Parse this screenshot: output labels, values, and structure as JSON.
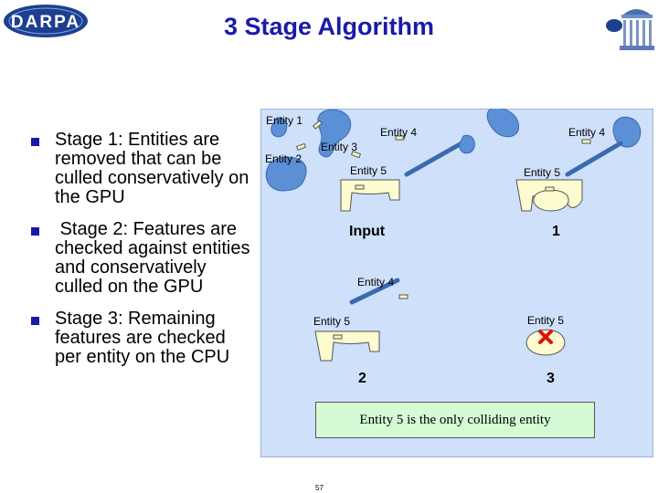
{
  "header": {
    "title": "3 Stage Algorithm",
    "logo_text": "DARPA"
  },
  "bullets": [
    {
      "text": "Stage 1: Entities are removed that can be culled conservatively on the GPU"
    },
    {
      "text": " Stage 2: Features are checked against entities and conservatively culled on the GPU"
    },
    {
      "text": "Stage 3: Remaining features are checked per entity on the CPU"
    }
  ],
  "diagram": {
    "labels": {
      "entity1": "Entity 1",
      "entity2": "Entity 2",
      "entity3": "Entity 3",
      "entity4_a": "Entity 4",
      "entity4_b": "Entity 4",
      "entity4_c": "Entity 4",
      "entity5_a": "Entity 5",
      "entity5_b": "Entity 5",
      "entity5_c": "Entity 5",
      "entity5_d": "Entity 5"
    },
    "step_input": "Input",
    "step_1": "1",
    "step_2": "2",
    "step_3": "3",
    "conclusion": "Entity 5 is the only colliding entity"
  },
  "footer": {
    "page_number": "57"
  },
  "colors": {
    "title": "#1a1aa8",
    "panel_bg": "#cfe0fb",
    "entity_fill": "#5b8fd6",
    "tray_fill": "#fdfbd0",
    "conclusion_bg": "#d4fbd4",
    "collision_mark": "#e01010"
  }
}
